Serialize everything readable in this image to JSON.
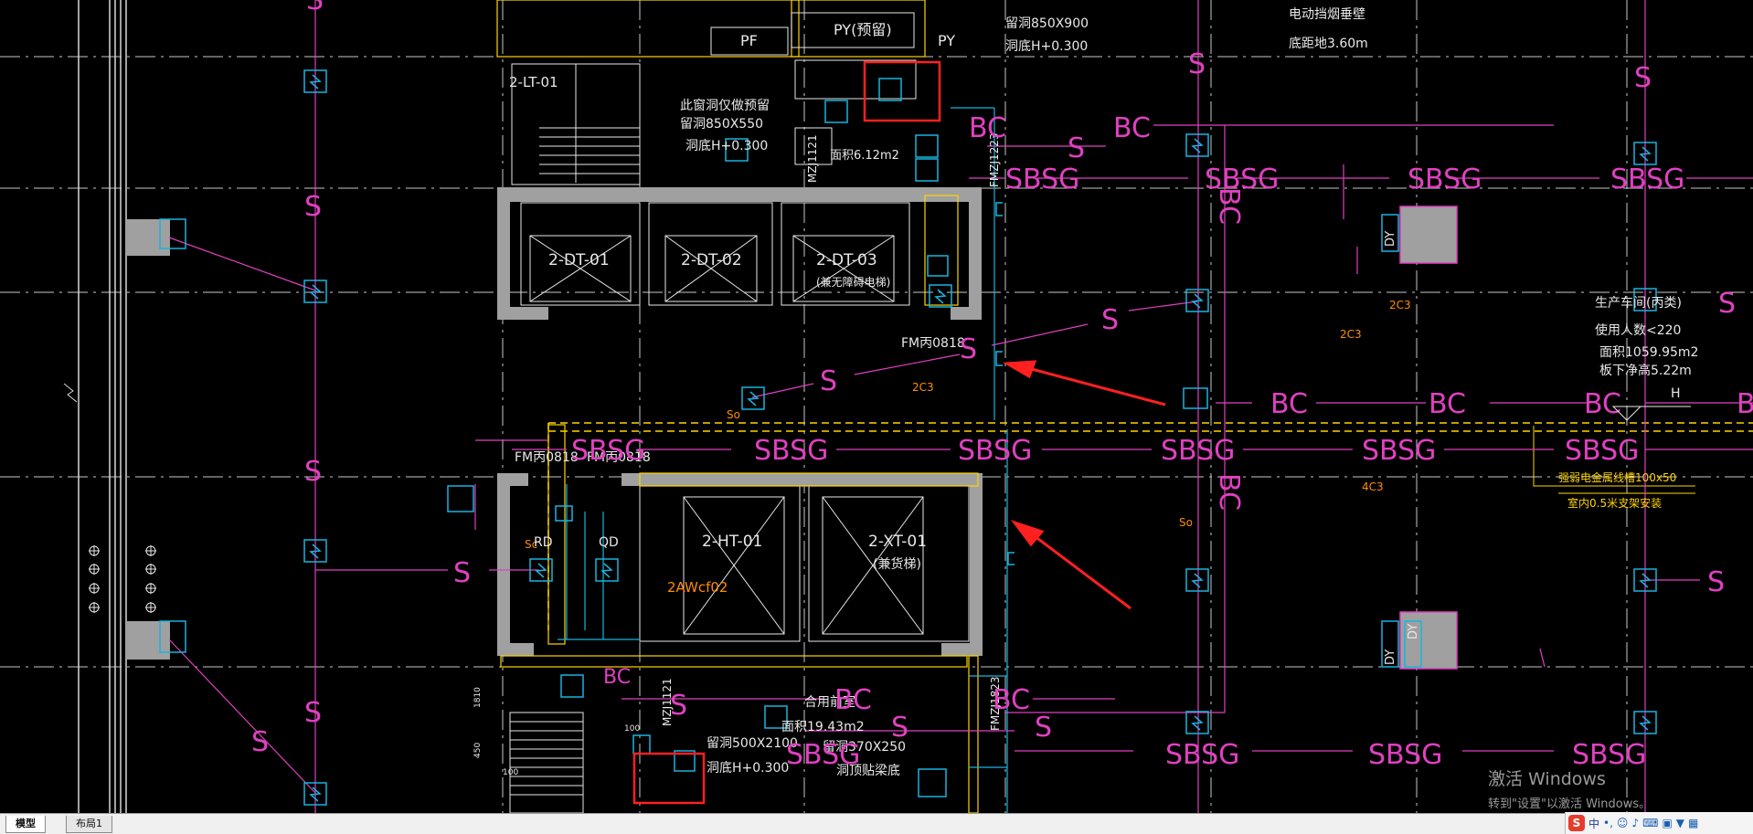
{
  "drawing": {
    "labels": {
      "py_top": "PY(预留)",
      "pf": "PF",
      "py_side": "PY",
      "reserved_hole_top": "留洞850X900",
      "hole_h_top": "洞底H+0.300",
      "sign_title": "电动挡烟垂壁",
      "sign_height": "底距地3.60m",
      "stair_top": "2-LT-01",
      "hole_note_1": "此窗洞仅做预留",
      "hole_size_1": "留洞850X550",
      "hole_h_1": "洞底H+0.300",
      "area_012": "面积6.12m2",
      "door_mzj": "MZJ1121",
      "door_fmz": "FMZJ1223",
      "elev_1": "2-DT-01",
      "elev_2": "2-DT-02",
      "elev_3": "2-DT-03",
      "elev_3_note": "(兼无障碍电梯)",
      "door_fm0818": "FM丙0818",
      "code_2c3a": "2C3",
      "code_2c3b": "2C3",
      "code_2c3c": "2C3",
      "code_4c3": "4C3",
      "so_a": "So",
      "so_b": "So",
      "sc": "Sc",
      "fm_a": "FM丙0818",
      "fm_b": "FM丙0818",
      "rd": "RD",
      "qd": "QD",
      "ht": "2-HT-01",
      "xt": "2-XT-01",
      "xt_note": "(兼货梯)",
      "awcf": "2AWcf02",
      "mzj_bottom": "MZJ1121",
      "fmz_bottom": "FMZJ1823",
      "lobby_name": "合用前室",
      "lobby_area": "面积19.43m2",
      "hole_bottom_1": "留洞500X2100",
      "hole_bottom_1h": "洞底H+0.300",
      "hole_bottom_2": "留洞370X250",
      "hole_bottom_2n": "洞顶贴梁底",
      "room_name": "生产车间(丙类)",
      "room_people": "使用人数<220",
      "room_area": "面积1059.95m2",
      "room_height": "板下净高5.22m",
      "tray_note1": "强弱电金属线槽100x50",
      "tray_note2": "室内0.5米支架安装",
      "h_mark": "H",
      "dim_1810": "1810",
      "dim_450": "450",
      "dim_100a": "100",
      "dim_100b": "100",
      "dy": "DY"
    },
    "line_tags": {
      "s": "S",
      "bc": "BC",
      "sbsg": "SBSG"
    },
    "colors": {
      "background": "#000000",
      "magenta": "#ff00ff",
      "pink": "#e040c0",
      "cyan": "#18b4e0",
      "yellow": "#ffd400",
      "orange": "#ff8c00",
      "white": "#e8e8e8",
      "wall_gray": "#a0a0a0",
      "highlight_red": "#ff2020"
    }
  },
  "tabs": {
    "model": "模型",
    "layout1": "布局1"
  },
  "watermark": {
    "line1": "激活 Windows",
    "line2": "转到\"设置\"以激活 Windows。"
  },
  "ime": {
    "logo": "S",
    "lang": "中",
    "icons": [
      "punctuation-icon",
      "emoji-icon",
      "mic-icon",
      "keyboard-icon",
      "toolbox-icon",
      "skin-icon",
      "grid-icon"
    ]
  }
}
